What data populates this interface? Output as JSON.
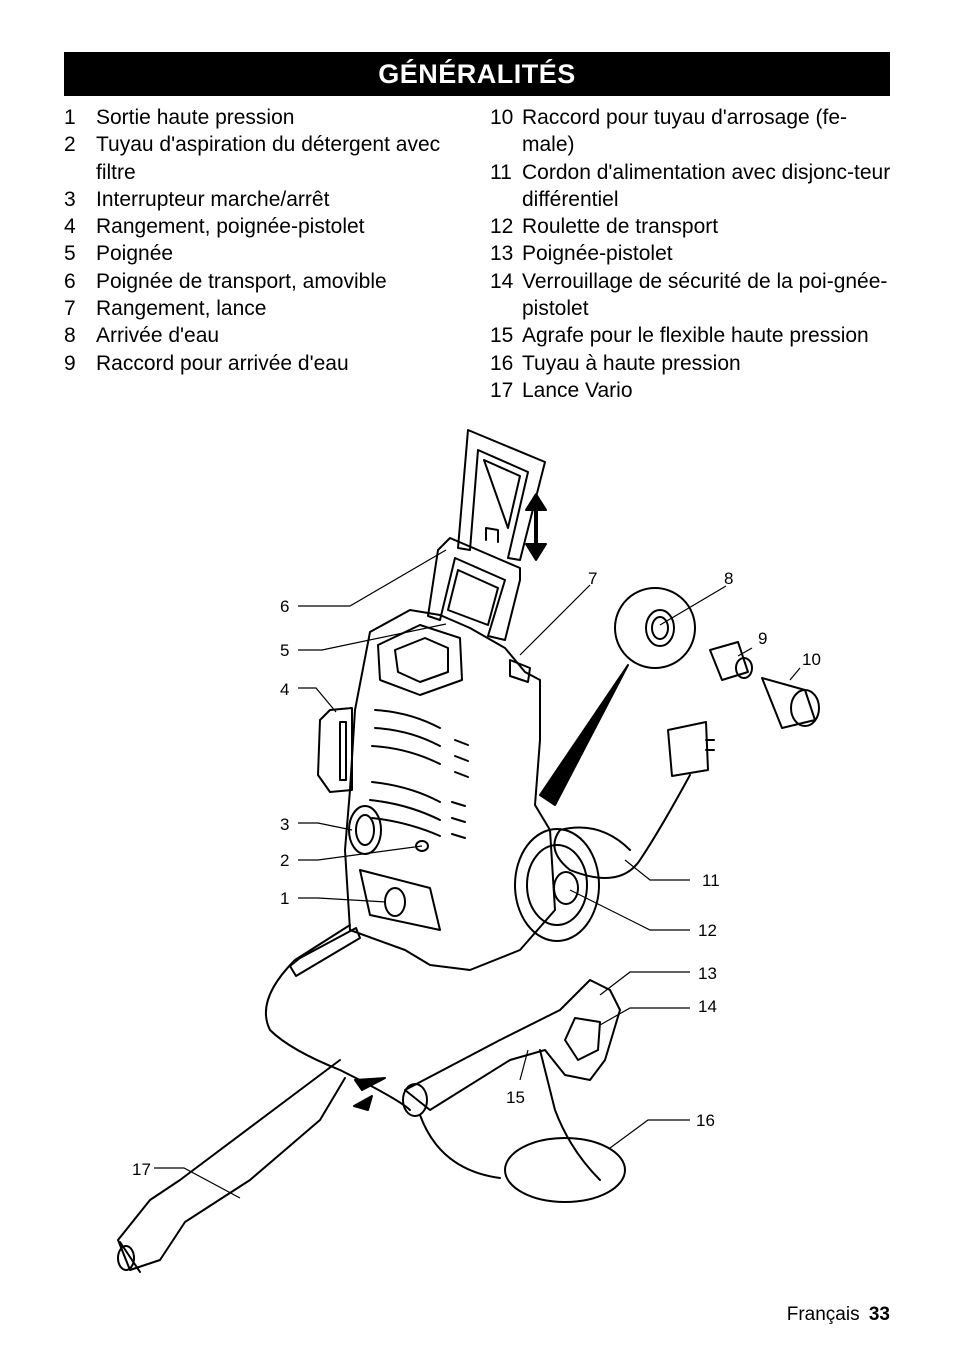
{
  "title": "GÉNÉRALITÉS",
  "parts_left": [
    {
      "num": "1",
      "text": "Sortie haute pression"
    },
    {
      "num": "2",
      "text": "Tuyau d'aspiration du détergent avec filtre"
    },
    {
      "num": "3",
      "text": "Interrupteur marche/arrêt"
    },
    {
      "num": "4",
      "text": "Rangement, poignée-pistolet"
    },
    {
      "num": "5",
      "text": "Poignée"
    },
    {
      "num": "6",
      "text": "Poignée de transport, amovible"
    },
    {
      "num": "7",
      "text": "Rangement, lance"
    },
    {
      "num": "8",
      "text": "Arrivée d'eau"
    },
    {
      "num": "9",
      "text": "Raccord pour arrivée d'eau"
    }
  ],
  "parts_right": [
    {
      "num": "10",
      "text": "Raccord pour tuyau d'arrosage (fe-male)"
    },
    {
      "num": "11",
      "text": "Cordon d'alimentation avec disjonc-teur différentiel"
    },
    {
      "num": "12",
      "text": "Roulette de transport"
    },
    {
      "num": "13",
      "text": "Poignée-pistolet"
    },
    {
      "num": "14",
      "text": "Verrouillage de sécurité de la poi-gnée-pistolet"
    },
    {
      "num": "15",
      "text": "Agrafe pour le flexible haute pression"
    },
    {
      "num": "16",
      "text": "Tuyau à haute pression"
    },
    {
      "num": "17",
      "text": "Lance Vario"
    }
  ],
  "callouts": [
    "1",
    "2",
    "3",
    "4",
    "5",
    "6",
    "7",
    "8",
    "9",
    "10",
    "11",
    "12",
    "13",
    "14",
    "15",
    "16",
    "17"
  ],
  "footer": {
    "language": "Français",
    "page": "33"
  }
}
